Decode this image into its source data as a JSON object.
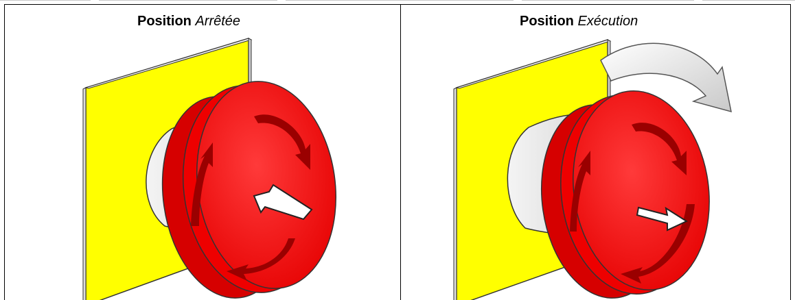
{
  "panels": [
    {
      "title_bold": "Position",
      "title_italic": "Arrêtée"
    },
    {
      "title_bold": "Position",
      "title_italic": "Exécution"
    }
  ],
  "colors": {
    "panel_yellow": "#ffff00",
    "button_red": "#ff1a1a",
    "arrow_darkred": "#8a0000",
    "collar_grey": "#e6e6e6"
  }
}
